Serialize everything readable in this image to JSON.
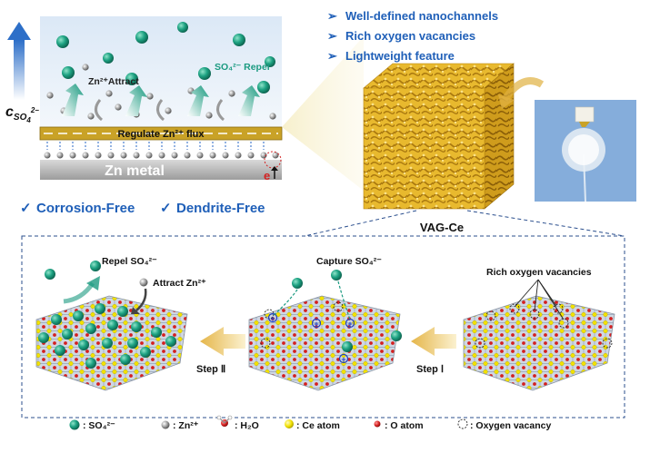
{
  "top_left": {
    "concentration_symbol": "c",
    "concentration_sub": "SO",
    "concentration_sub2": "4",
    "concentration_sup": "2−",
    "attract_label": "Zn²⁺Attract",
    "repel_label": "SO₄²⁻ Repel",
    "regulate_label": "Regulate Zn²⁺ flux",
    "metal_label": "Zn metal",
    "electron_label": "e",
    "corrosion_label": "Corrosion-Free",
    "dendrite_label": "Dendrite-Free",
    "check_glyph": "✓"
  },
  "top_right": {
    "features": [
      "Well-defined nanochannels",
      "Rich oxygen vacancies",
      "Lightweight feature"
    ],
    "bullet_glyph": "➢",
    "material_label": "VAG-Ce"
  },
  "bottom": {
    "repel_label": "Repel SO₄²⁻",
    "attract_label": "Attract Zn²⁺",
    "capture_label": "Capture SO₄²⁻",
    "vacancies_label": "Rich oxygen vacancies",
    "step2_label": "Step Ⅱ",
    "step1_label": "Step Ⅰ"
  },
  "legend": [
    {
      "symbol": "sulfate",
      "label": ": SO₄²⁻"
    },
    {
      "symbol": "zinc",
      "label": ": Zn²⁺"
    },
    {
      "symbol": "water",
      "label": ": H₂O"
    },
    {
      "symbol": "cerium",
      "label": ": Ce atom"
    },
    {
      "symbol": "oxygen",
      "label": ": O atom"
    },
    {
      "symbol": "vacancy",
      "label": ": Oxygen vacancy"
    }
  ],
  "colors": {
    "blue_text": "#1f5fb8",
    "teal_ion": "#1a9a80",
    "gold_layer": "#c9a227",
    "zn_metal": "#bdbdbd",
    "ce_atom": "#f2e200",
    "o_atom": "#d42020"
  }
}
